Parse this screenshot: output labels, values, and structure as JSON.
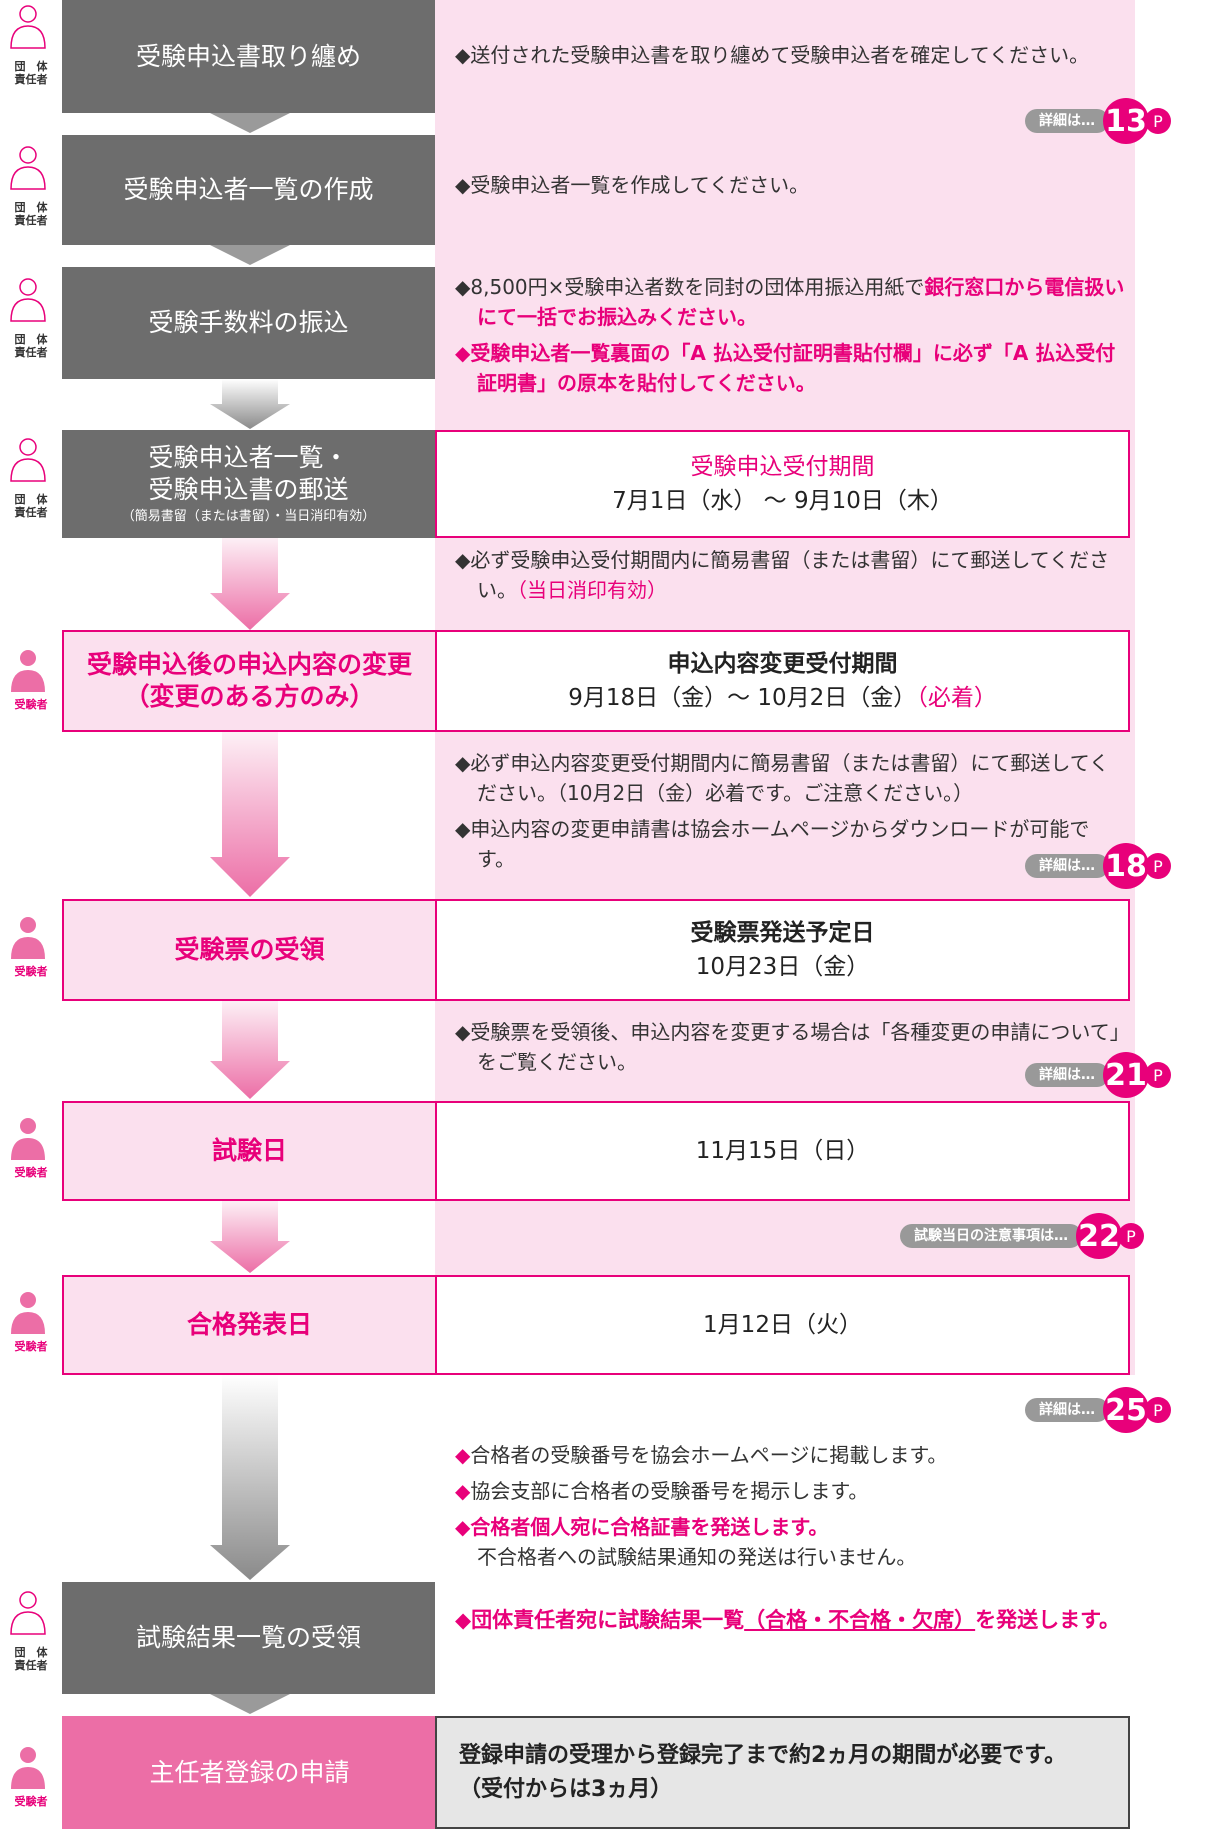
{
  "roles": {
    "group": "団　体\n責任者",
    "group_a": "団　体",
    "group_b": "責任者",
    "examinee": "受験者"
  },
  "ref_label": "詳細は…",
  "ref_p": "P",
  "steps": [
    {
      "title": "受験申込書取り纏め"
    },
    {
      "title": "受験申込者一覧の作成"
    },
    {
      "title": "受験手数料の振込"
    },
    {
      "title_1": "受験申込者一覧・",
      "title_2": "受験申込書の郵送",
      "sub": "（簡易書留（または書留）・当日消印有効）"
    },
    {
      "title_1": "受験申込後の申込内容の変更",
      "title_2": "（変更のある方のみ）"
    },
    {
      "title": "受験票の受領"
    },
    {
      "title": "試験日"
    },
    {
      "title": "合格発表日"
    },
    {
      "title": "試験結果一覧の受領"
    },
    {
      "title": "主任者登録の申請"
    }
  ],
  "notes": {
    "n1": "◆送付された受験申込書を取り纏めて受験申込者を確定してください。",
    "n2": "◆受験申込者一覧を作成してください。",
    "n3a": "◆8,500円×受験申込者数を同封の団体用振込用紙で",
    "n3b": "銀行窓口から電信扱いにて一括でお振込みください。",
    "n3c": "◆受験申込者一覧裏面の「A 払込受付証明書貼付欄」に必ず「A 払込受付証明書」の原本を貼付してください。",
    "n4a": "◆必ず受験申込受付期間内に簡易書留（または書留）にて郵送してください。",
    "n4b": "（当日消印有効）",
    "n5a": "◆必ず申込内容変更受付期間内に簡易書留（または書留）にて郵送してください。（10月2日（金）必着です。ご注意ください。）",
    "n5b": "◆申込内容の変更申請書は協会ホームページからダウンロードが可能です。",
    "n6": "◆受験票を受領後、申込内容を変更する場合は「各種変更の申請について」をご覧ください。",
    "n8a": "合格者の受験番号を協会ホームページに掲載します。",
    "n8b": "協会支部に合格者の受験番号を掲示します。",
    "n8c": "合格者個人宛に合格証書を発送します。",
    "n8d": "不合格者への試験結果通知の発送は行いません。",
    "n9a": "◆団体責任者宛に試験結果一覧",
    "n9b": "（合格・不合格・欠席）",
    "n9c": "を発送します。"
  },
  "boxes": {
    "b4_title": "受験申込受付期間",
    "b4_date": "7月1日（水） ～ 9月10日（木）",
    "b5_title": "申込内容変更受付期間",
    "b5_date": "9月18日（金）～ 10月2日（金）",
    "b5_note": "（必着）",
    "b6_title": "受験票発送予定日",
    "b6_date": "10月23日（金）",
    "b7_date": "11月15日（日）",
    "b8_date": "1月12日（火）",
    "b10_a": "登録申請の受理から登録完了まで約2ヵ月の期間が必要です。",
    "b10_b": "（受付からは3ヵ月）"
  },
  "refs": {
    "r1": "13",
    "r2": "18",
    "r3": "21",
    "r4_label": "試験当日の注意事項は…",
    "r4": "22",
    "r5": "25"
  },
  "colors": {
    "accent": "#e8007a",
    "pink_bg": "#fbe0ee",
    "dark": "#6d6d6d",
    "pink_fill": "#ec6ea6"
  }
}
